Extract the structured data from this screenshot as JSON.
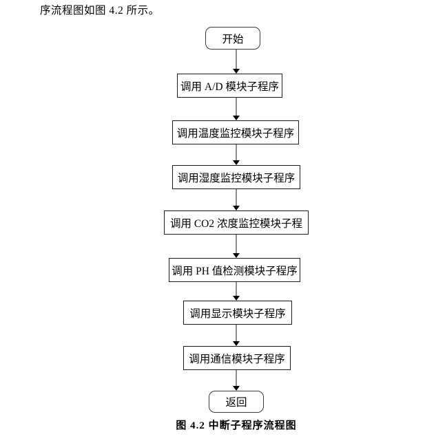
{
  "page": {
    "intro_text": "序流程图如图 4.2 所示。",
    "caption": "图 4.2 中断子程序流程图"
  },
  "flowchart": {
    "nodes": [
      {
        "id": "start",
        "type": "terminal",
        "label": "开始"
      },
      {
        "id": "ad",
        "type": "process",
        "label": "调用 A/D 模块子程序"
      },
      {
        "id": "temp",
        "type": "process",
        "label": "调用温度监控模块子程序"
      },
      {
        "id": "humid",
        "type": "process",
        "label": "调用湿度监控模块子程序"
      },
      {
        "id": "co2",
        "type": "process",
        "label": "调用 CO2 浓度监控模块子程"
      },
      {
        "id": "ph",
        "type": "process",
        "label": "调用 PH 值检测模块子程序"
      },
      {
        "id": "display",
        "type": "process",
        "label": "调用显示模块子程序"
      },
      {
        "id": "comm",
        "type": "process",
        "label": "调用通信模块子程序"
      },
      {
        "id": "return",
        "type": "terminal",
        "label": "返回"
      }
    ],
    "connector": "arrow-down"
  },
  "colors": {
    "background": "#ffffff",
    "box_border": "#1a1a1a",
    "text": "#000000",
    "arrow_shaft": "#8c8c8c",
    "arrow_head": "#000000"
  }
}
